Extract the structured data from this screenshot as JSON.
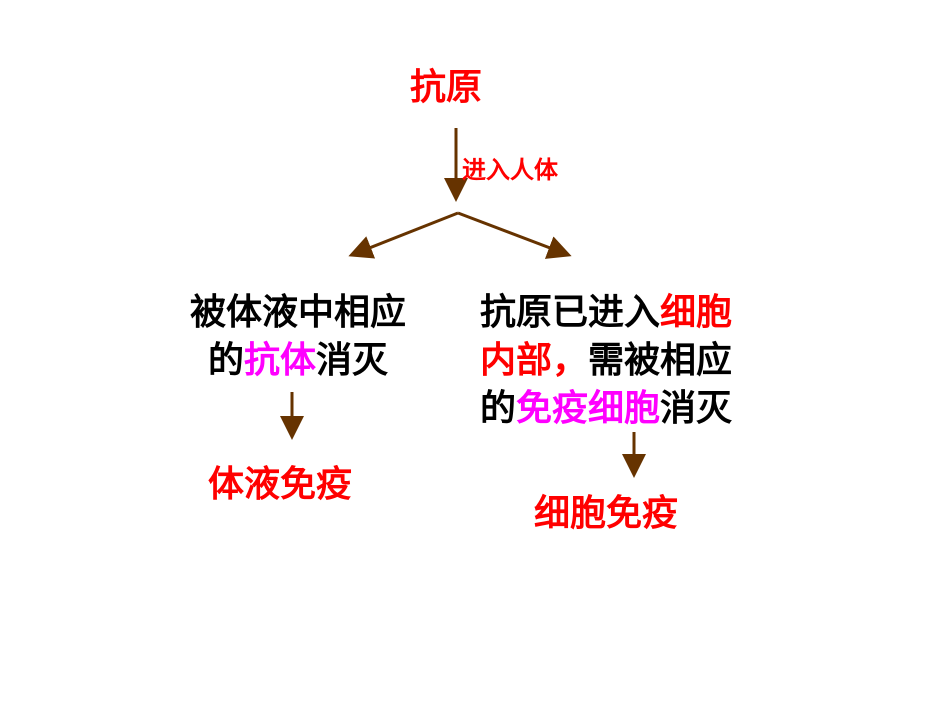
{
  "diagram": {
    "root": {
      "label": "抗原",
      "color": "#ff0000"
    },
    "root_edge_label": "进入人体",
    "arrow_color": "#663300",
    "left_branch": {
      "line1": "被体液中相应",
      "line2_prefix": "的",
      "line2_highlight": "抗体",
      "line2_suffix": "消灭",
      "highlight_color": "#ff00ff",
      "result": "体液免疫"
    },
    "right_branch": {
      "line1_prefix": "抗原已进入",
      "line1_highlight": "细胞",
      "line2_highlight": "内部，",
      "line2_suffix": "需被相应",
      "line3_prefix": "的",
      "line3_highlight": "免疫细胞",
      "line3_suffix": "消灭",
      "red_color": "#ff0000",
      "pink_color": "#ff00ff",
      "result": "细胞免疫"
    }
  }
}
